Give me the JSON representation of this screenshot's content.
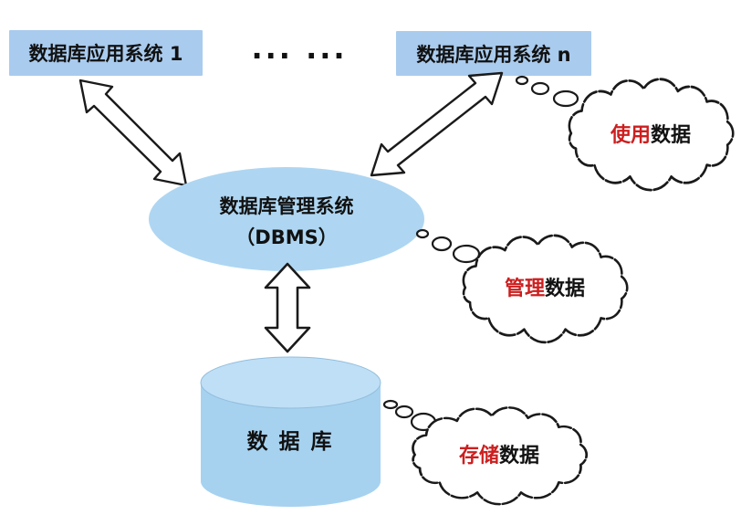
{
  "nodes": {
    "app_system_1": "数据库应用系统 1",
    "app_system_n": "数据库应用系统 n",
    "dots": "··· ···",
    "dbms_name": "数据库管理系统",
    "dbms_abbr": "（DBMS）",
    "database": "数 据 库"
  },
  "clouds": {
    "use": {
      "action": "使用",
      "object": "数据"
    },
    "manage": {
      "action": "管理",
      "object": "数据"
    },
    "store": {
      "action": "存储",
      "object": "数据"
    }
  },
  "colors": {
    "node_fill": "#a9cbee",
    "ellipse_fill": "#aed6f2",
    "cylinder_body": "#a6d2f0",
    "cylinder_top": "#bfdff6",
    "action_red": "#cc1f1f",
    "text": "#111111",
    "outline": "#1a1a1a"
  }
}
